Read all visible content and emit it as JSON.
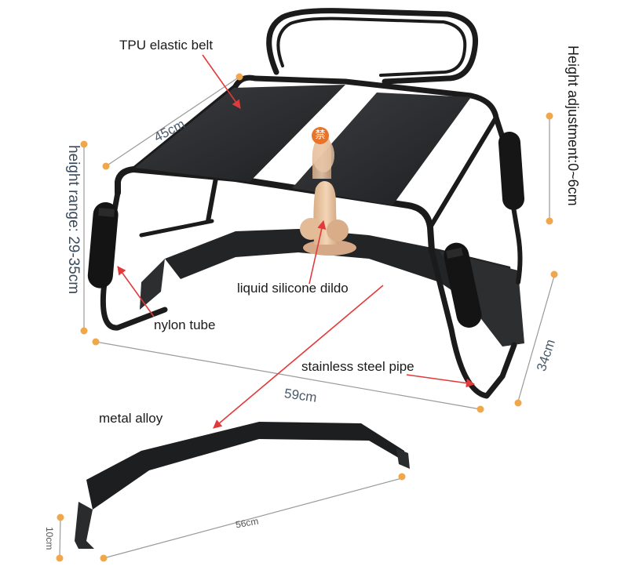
{
  "labels": {
    "tpu_belt": "TPU elastic belt",
    "width_45": "45cm",
    "height_adjust": "Height adjustment:0~6cm",
    "height_range": "height range: 29-35cm",
    "ban_glyph": "禁",
    "dildo": "liquid silicone dildo",
    "nylon": "nylon tube",
    "depth_34": "34cm",
    "steel_pipe": "stainless steel pipe",
    "length_59": "59cm",
    "metal_alloy": "metal alloy",
    "length_56": "56cm",
    "depth_10": "10cm"
  },
  "colors": {
    "frame": "#1b1b1b",
    "seat": "#2a2c2e",
    "dildo": "#e6c2a0",
    "arrow": "#e23a3a",
    "dim_dot": "#f0a64a",
    "dim_line": "#9a9a9a"
  }
}
